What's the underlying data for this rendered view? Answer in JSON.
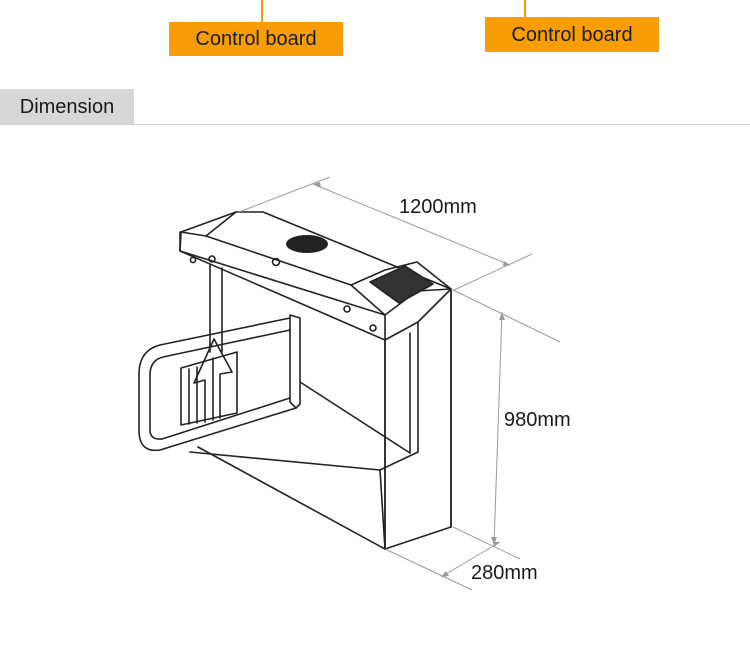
{
  "callouts": {
    "left_label": "Control board",
    "right_label": "Control board"
  },
  "section": {
    "title": "Dimension"
  },
  "dimensions": {
    "length": "1200mm",
    "height": "980mm",
    "width": "280mm"
  },
  "colors": {
    "callout_bg": "#f99d06",
    "section_tab_bg": "#d7d7d7",
    "line": "#222222",
    "dim_line": "#9a9a9a"
  }
}
